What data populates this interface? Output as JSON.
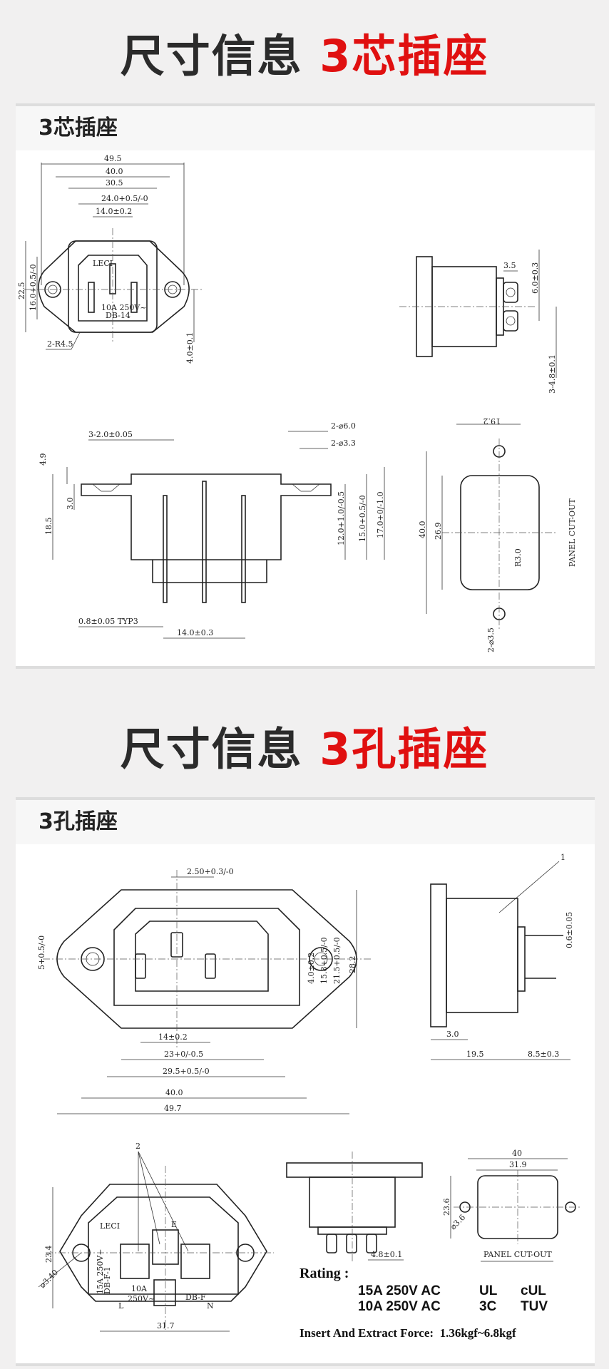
{
  "section1": {
    "title_black": "尺寸信息",
    "title_red": "3芯插座",
    "card_label": "3芯插座",
    "front_view": {
      "dims": [
        "49.5",
        "40.0",
        "30.5",
        "24.0+0.5/-0",
        "14.0±0.2",
        "22.5",
        "16.0+0.5/-0",
        "4.0±0.1",
        "2-R4.5"
      ],
      "marks": [
        "LECI",
        "10A 250V~",
        "DB-14"
      ]
    },
    "side_view": {
      "dims": [
        "3.5",
        "6.0±0.3",
        "3-4.8±0.1"
      ]
    },
    "section_view": {
      "dims": [
        "3-2.0±0.05",
        "2-⌀6.0",
        "2-⌀3.3",
        "4.9",
        "18.5",
        "3.0",
        "12.0+1.0/-0.5",
        "15.0+0.5/-0",
        "17.0+0/-1.0",
        "0.8±0.05 TYP3",
        "14.0±0.3"
      ]
    },
    "panel_cutout": {
      "dims": [
        "19.2",
        "40.0",
        "26.9",
        "R3.0",
        "2-⌀3.5"
      ],
      "label": "PANEL CUT-OUT"
    }
  },
  "section2": {
    "title_black": "尺寸信息",
    "title_red": "3孔插座",
    "card_label": "3孔插座",
    "front_view": {
      "dims": [
        "2.50+0.3/-0",
        "5+0.5/-0",
        "4.0±0.2",
        "15.8+0.5/-0",
        "21.5+0.5/-0",
        "28.2",
        "14±0.2",
        "23+0/-0.5",
        "29.5+0.5/-0",
        "40.0",
        "49.7"
      ]
    },
    "side_view": {
      "dims": [
        "1",
        "0.6±0.05",
        "3.0",
        "19.5",
        "8.5±0.3"
      ]
    },
    "detail_view": {
      "dims": [
        "2",
        "23.4",
        "⌀3.40",
        "31.7"
      ],
      "marks": [
        "LECI",
        "15A 250V~",
        "DB-F-1",
        "E",
        "10A",
        "250V~",
        "DB-F",
        "L",
        "N"
      ]
    },
    "bottom_view": {
      "dims": [
        "4.8±0.1"
      ]
    },
    "panel_cutout": {
      "dims": [
        "40",
        "31.9",
        "23.6",
        "⌀3.6"
      ],
      "label": "PANEL CUT-OUT"
    },
    "rating": {
      "label": "Rating :",
      "rows": [
        {
          "spec": "15A 250V AC",
          "cert1": "UL",
          "cert2": "cUL"
        },
        {
          "spec": "10A 250V AC",
          "cert1": "3C",
          "cert2": "TUV"
        }
      ],
      "force": "Insert And Extract Force:  1.36kgf~6.8kgf"
    }
  }
}
